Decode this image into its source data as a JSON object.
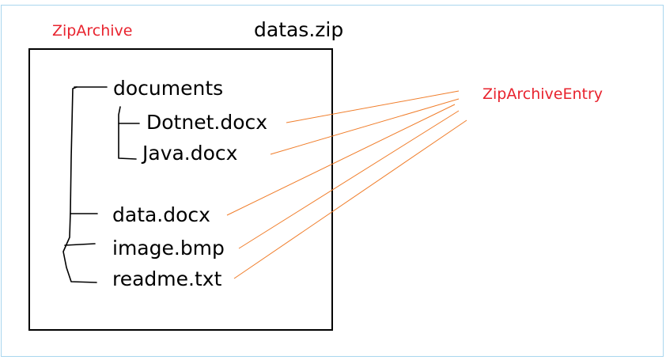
{
  "archive": {
    "type_label": "ZipArchive",
    "file_name": "datas.zip"
  },
  "entry_label": "ZipArchiveEntry",
  "tree": {
    "folder": "documents",
    "folder_children": [
      "Dotnet.docx",
      "Java.docx"
    ],
    "files": [
      "data.docx",
      "image.bmp",
      "readme.txt"
    ]
  },
  "colors": {
    "accent_red": "#e8232e",
    "connector_orange": "#f07d2a",
    "outer_border": "#a9d6ee",
    "box_border": "#000000",
    "text": "#000000"
  }
}
